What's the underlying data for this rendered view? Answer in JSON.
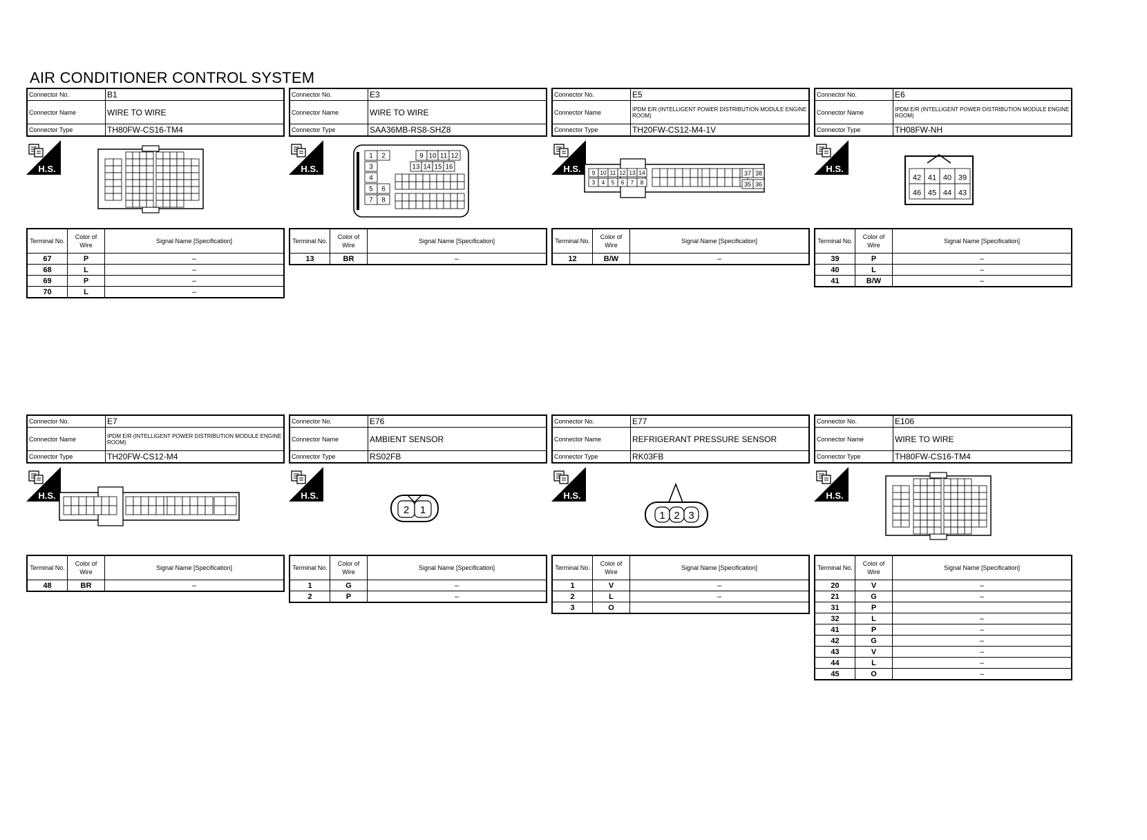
{
  "title": "AIR CONDITIONER CONTROL SYSTEM",
  "labels": {
    "connector_no": "Connector No.",
    "connector_name": "Connector Name",
    "connector_type": "Connector Type",
    "terminal_no": "Terminal No.",
    "color_of_wire": "Color of Wire",
    "signal_name": "Signal Name [Specification]",
    "hs": "H.S."
  },
  "connectors": [
    {
      "no": "B1",
      "name": "WIRE TO WIRE",
      "type": "TH80FW-CS16-TM4",
      "connector_pins": "80-pin",
      "terminals": [
        {
          "no": "67",
          "color": "P",
          "signal": "–"
        },
        {
          "no": "68",
          "color": "L",
          "signal": "–"
        },
        {
          "no": "69",
          "color": "P",
          "signal": "–"
        },
        {
          "no": "70",
          "color": "L",
          "signal": "–"
        }
      ]
    },
    {
      "no": "E3",
      "name": "WIRE TO WIRE",
      "type": "SAA36MB-RS8-SHZ8",
      "connector_pins": "36-pin",
      "terminals": [
        {
          "no": "13",
          "color": "BR",
          "signal": "–"
        }
      ]
    },
    {
      "no": "E5",
      "name": "IPDM E/R (INTELLIGENT POWER DISTRIBUTION MODULE ENGINE ROOM)",
      "type": "TH20FW-CS12-M4-1V",
      "connector_pins": "40-pin",
      "terminals": [
        {
          "no": "12",
          "color": "B/W",
          "signal": "–"
        }
      ]
    },
    {
      "no": "E6",
      "name": "IPDM E/R (INTELLIGENT POWER DISTRIBUTION MODULE ENGINE ROOM)",
      "type": "TH08FW-NH",
      "pins_top": [
        "42",
        "41",
        "40",
        "39"
      ],
      "pins_bottom": [
        "46",
        "45",
        "44",
        "43"
      ],
      "terminals": [
        {
          "no": "39",
          "color": "P",
          "signal": "–"
        },
        {
          "no": "40",
          "color": "L",
          "signal": "–"
        },
        {
          "no": "41",
          "color": "B/W",
          "signal": "–"
        }
      ]
    },
    {
      "no": "E7",
      "name": "IPDM E/R (INTELLIGENT POWER DISTRIBUTION MODULE ENGINE ROOM)",
      "type": "TH20FW-CS12-M4",
      "connector_pins": "40-pin",
      "terminals": [
        {
          "no": "48",
          "color": "BR",
          "signal": "–"
        }
      ]
    },
    {
      "no": "E76",
      "name": "AMBIENT SENSOR",
      "type": "RS02FB",
      "pins": [
        "2",
        "1"
      ],
      "terminals": [
        {
          "no": "1",
          "color": "G",
          "signal": "–"
        },
        {
          "no": "2",
          "color": "P",
          "signal": "–"
        }
      ]
    },
    {
      "no": "E77",
      "name": "REFRIGERANT PRESSURE SENSOR",
      "type": "RK03FB",
      "pins": [
        "1",
        "2",
        "3"
      ],
      "terminals": [
        {
          "no": "1",
          "color": "V",
          "signal": "–"
        },
        {
          "no": "2",
          "color": "L",
          "signal": "–"
        },
        {
          "no": "3",
          "color": "O",
          "signal": ""
        }
      ]
    },
    {
      "no": "E106",
      "name": "WIRE TO WIRE",
      "type": "TH80FW-CS16-TM4",
      "connector_pins": "80-pin",
      "terminals": [
        {
          "no": "20",
          "color": "V",
          "signal": "–"
        },
        {
          "no": "21",
          "color": "G",
          "signal": "–"
        },
        {
          "no": "31",
          "color": "P",
          "signal": ""
        },
        {
          "no": "32",
          "color": "L",
          "signal": "–"
        },
        {
          "no": "41",
          "color": "P",
          "signal": "–"
        },
        {
          "no": "42",
          "color": "G",
          "signal": "–"
        },
        {
          "no": "43",
          "color": "V",
          "signal": "–"
        },
        {
          "no": "44",
          "color": "L",
          "signal": "–"
        },
        {
          "no": "45",
          "color": "O",
          "signal": "–"
        }
      ]
    }
  ]
}
